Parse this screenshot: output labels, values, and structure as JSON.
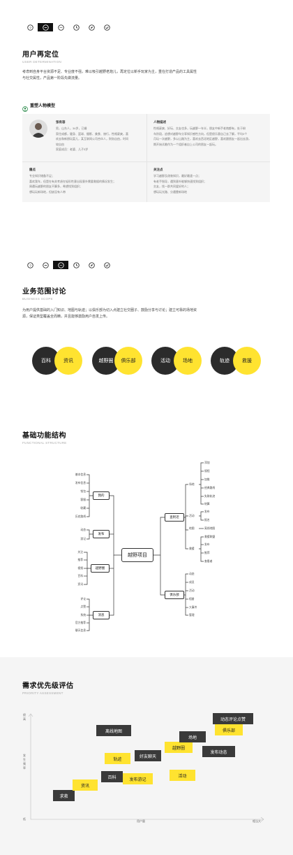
{
  "nav_icons": [
    "help-icon",
    "chat-icon",
    "message-icon",
    "clock-icon",
    "compass-icon",
    "check-icon"
  ],
  "colors": {
    "accent": "#ffe330",
    "dark": "#2b2b2b",
    "bg_gray": "#f5f5f5"
  },
  "section1": {
    "title": "用户再定位",
    "subtitle": "USER DETERMINATION",
    "para1": "考虑到自身平台资源不足、专业度不强，难以吸引越野老炮儿，再定位以新手玩家为主，重在打造产品的工具属性",
    "para2": "与社交属性，产品第一阶段先做流量。",
    "persona_title": "重塑人物模型",
    "persona": {
      "name": "张有容",
      "bio": [
        "男，山东人，34岁，已婚",
        "家住成都，健身、篮球、摄影、美食、旅行，性格豪爽，喜",
        "欢去和新朋玩耍儿，某互联网公司合伙人，财务自由，时间",
        "较自由",
        "家庭成员：老婆、儿子3岁"
      ],
      "desc_title": "人物描述",
      "desc": [
        "性格豪爽、好玩、交友也多，玩越野一年半，朋友中新手老炮都有，处于粉",
        "车阶段，追想对越野车分享知识感性方向，但是很乐意自己去了解，平均3个",
        "月玩一次越野，多以山路为主，喜欢去西北地区越野，喜欢跟朋友一起出去游，",
        "期开始试着作为一个组织者自上公司的朋友一起玩。"
      ],
      "pain_title": "痛点",
      "pain": [
        "专业知识储备不足；",
        "喜欢我车，但是在有关考虑在轻形性意出现意外需要救援的情况发生；",
        "周遭玩越野的朋友不算多，希望找到组织；",
        "想玩玩新场地，但缺没有人带"
      ],
      "focus_title": "关注点",
      "focus": [
        "学习越野及改装知识，最好最速一点；",
        "有老手指导，遇到意外能够快速找到组织；",
        "交友，找一群共同爱好的人；",
        "想玩玩光路、分遇靠新场地"
      ]
    }
  },
  "section2": {
    "title": "业务范围讨论",
    "subtitle": "BUSINESS SCOPE",
    "para1": "为用户提供基础的入门知识、地图与轨迹；以俱乐部为切入点建立社交圈子、鼓励分享与讨论；建立可靠的场地资",
    "para2": "源，保证类型覆盖全而精，并且能够激励用户自发上传。",
    "pairs": [
      {
        "left": "百科",
        "right": "资讯"
      },
      {
        "left": "越野圈",
        "right": "俱乐部"
      },
      {
        "left": "活动",
        "right": "场地"
      },
      {
        "left": "轨迹",
        "right": "救援"
      }
    ]
  },
  "section3": {
    "title": "基础功能结构",
    "subtitle": "FUNCTIONAL STRUCTURE",
    "center": "越野项目",
    "nodes": {
      "mine": "我的",
      "publish": "发布",
      "circle": "越野圈",
      "news": "消息",
      "venue": "查附近",
      "club": "俱乐部"
    },
    "mine_leaves": [
      "基本信息",
      "发布信息",
      "钱包",
      "客服",
      "收藏",
      "历史路线"
    ],
    "publish_leaves": [
      "动态",
      "游记"
    ],
    "circle_leaves": [
      "关注",
      "推荐",
      "视频",
      "百科",
      "资讯"
    ],
    "news_leaves": [
      "评论",
      "点赞",
      "系统",
      "官方推荐",
      "聊天信息"
    ],
    "venue_groups": {
      "venue": "场地",
      "event": "活动",
      "map": "地图",
      "rescue": "救援"
    },
    "venue_leaves": [
      "添加",
      "规程",
      "加推",
      "经典路线",
      "失联轨迹",
      "结算"
    ],
    "event_leaves": [
      "发布",
      "报名"
    ],
    "map_leaves": [
      "离线地图"
    ],
    "rescue_leaves": [
      "救援联盟",
      "发布",
      "推荐",
      "查看者"
    ],
    "club_leaves": [
      "动态",
      "成员",
      "活动",
      "相册",
      "大事件",
      "管理"
    ]
  },
  "section4": {
    "title": "需求优先级评估",
    "subtitle": "PRIORITY ASSESSMENT",
    "y_top": "很高",
    "y_mid": "发生频率",
    "y_bottom": "低",
    "x_mid": "用户量",
    "x_right": "相当大",
    "boxes": [
      {
        "label": "求救",
        "style": "d"
      },
      {
        "label": "资讯",
        "style": "y"
      },
      {
        "label": "百科",
        "style": "d"
      },
      {
        "label": "发布游记",
        "style": "y"
      },
      {
        "label": "轨迹",
        "style": "y"
      },
      {
        "label": "好友聊天",
        "style": "d"
      },
      {
        "label": "离线地图",
        "style": "d"
      },
      {
        "label": "活动",
        "style": "y"
      },
      {
        "label": "越野圈",
        "style": "y"
      },
      {
        "label": "场地",
        "style": "d"
      },
      {
        "label": "俱乐部",
        "style": "y"
      },
      {
        "label": "发布动态",
        "style": "d"
      },
      {
        "label": "动态评论点赞",
        "style": "d"
      }
    ]
  }
}
